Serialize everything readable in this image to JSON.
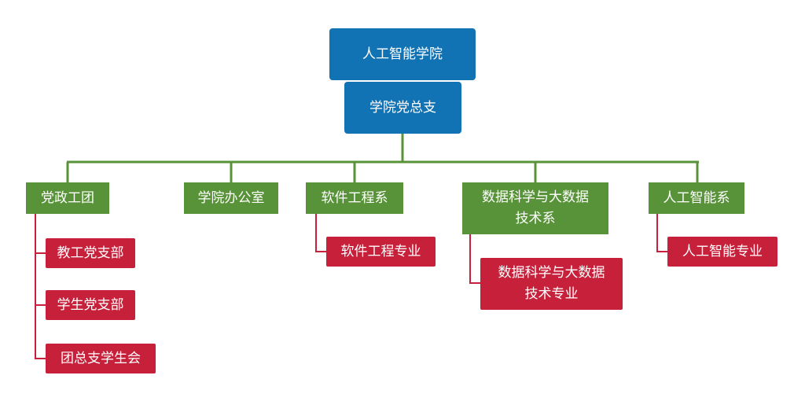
{
  "colors": {
    "root": "#1273b4",
    "department": "#599339",
    "unit": "#c6203a",
    "connector": "#599339"
  },
  "root": {
    "college": "人工智能学院",
    "party_branch": "学院党总支"
  },
  "departments": [
    {
      "label": "党政工团",
      "children": [
        "教工党支部",
        "学生党支部",
        "团总支学生会"
      ]
    },
    {
      "label": "学院办公室",
      "children": []
    },
    {
      "label": "软件工程系",
      "children": [
        "软件工程专业"
      ]
    },
    {
      "label": "数据科学与大数据\n技术系",
      "children": [
        "数据科学与大数据\n技术专业"
      ]
    },
    {
      "label": "人工智能系",
      "children": [
        "人工智能专业"
      ]
    }
  ]
}
